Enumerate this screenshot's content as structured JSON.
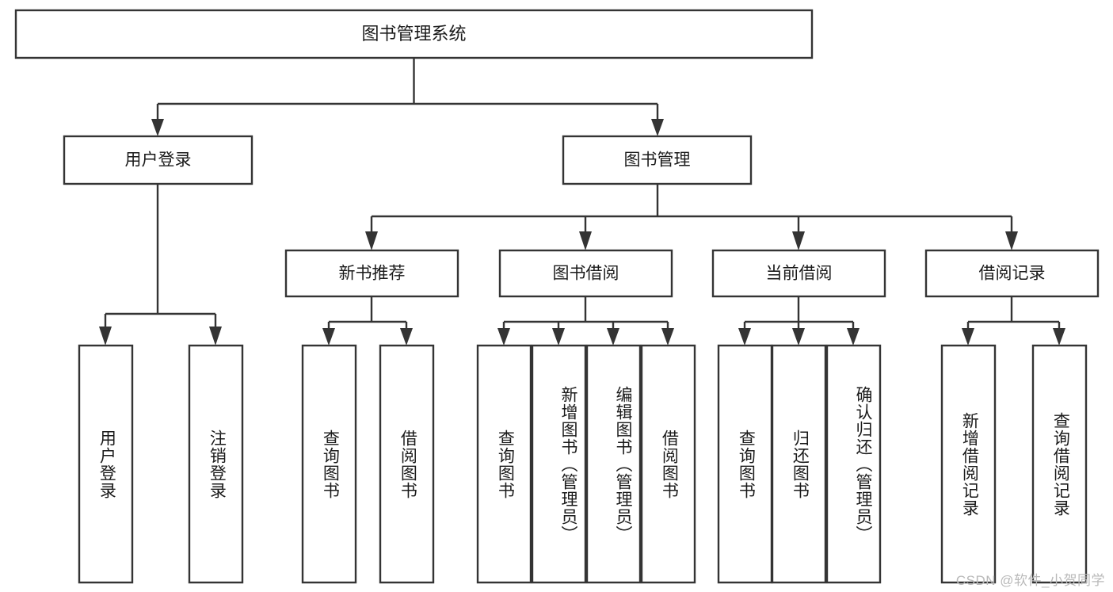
{
  "diagram": {
    "type": "tree-hierarchy",
    "title": "图书管理系统",
    "orientation": "top-down",
    "accent_color": "#343434",
    "background_color": "#ffffff",
    "root": {
      "label": "图书管理系统"
    },
    "level2": [
      {
        "label": "用户登录"
      },
      {
        "label": "图书管理"
      }
    ],
    "level3": [
      {
        "label": "新书推荐"
      },
      {
        "label": "图书借阅"
      },
      {
        "label": "当前借阅"
      },
      {
        "label": "借阅记录"
      }
    ],
    "leaves": {
      "user_login": [
        {
          "label": "用户登录"
        },
        {
          "label": "注销登录"
        }
      ],
      "new_book_recommend": [
        {
          "label": "查询图书"
        },
        {
          "label": "借阅图书"
        }
      ],
      "book_borrow": [
        {
          "label": "查询图书"
        },
        {
          "label": "新增图书（管理员）"
        },
        {
          "label": "编辑图书（管理员）"
        },
        {
          "label": "借阅图书"
        }
      ],
      "current_borrow": [
        {
          "label": "查询图书"
        },
        {
          "label": "归还图书"
        },
        {
          "label": "确认归还（管理员）"
        }
      ],
      "borrow_record": [
        {
          "label": "新增借阅记录"
        },
        {
          "label": "查询借阅记录"
        }
      ]
    }
  },
  "watermark": {
    "text": "CSDN @软件_小贺同学"
  }
}
